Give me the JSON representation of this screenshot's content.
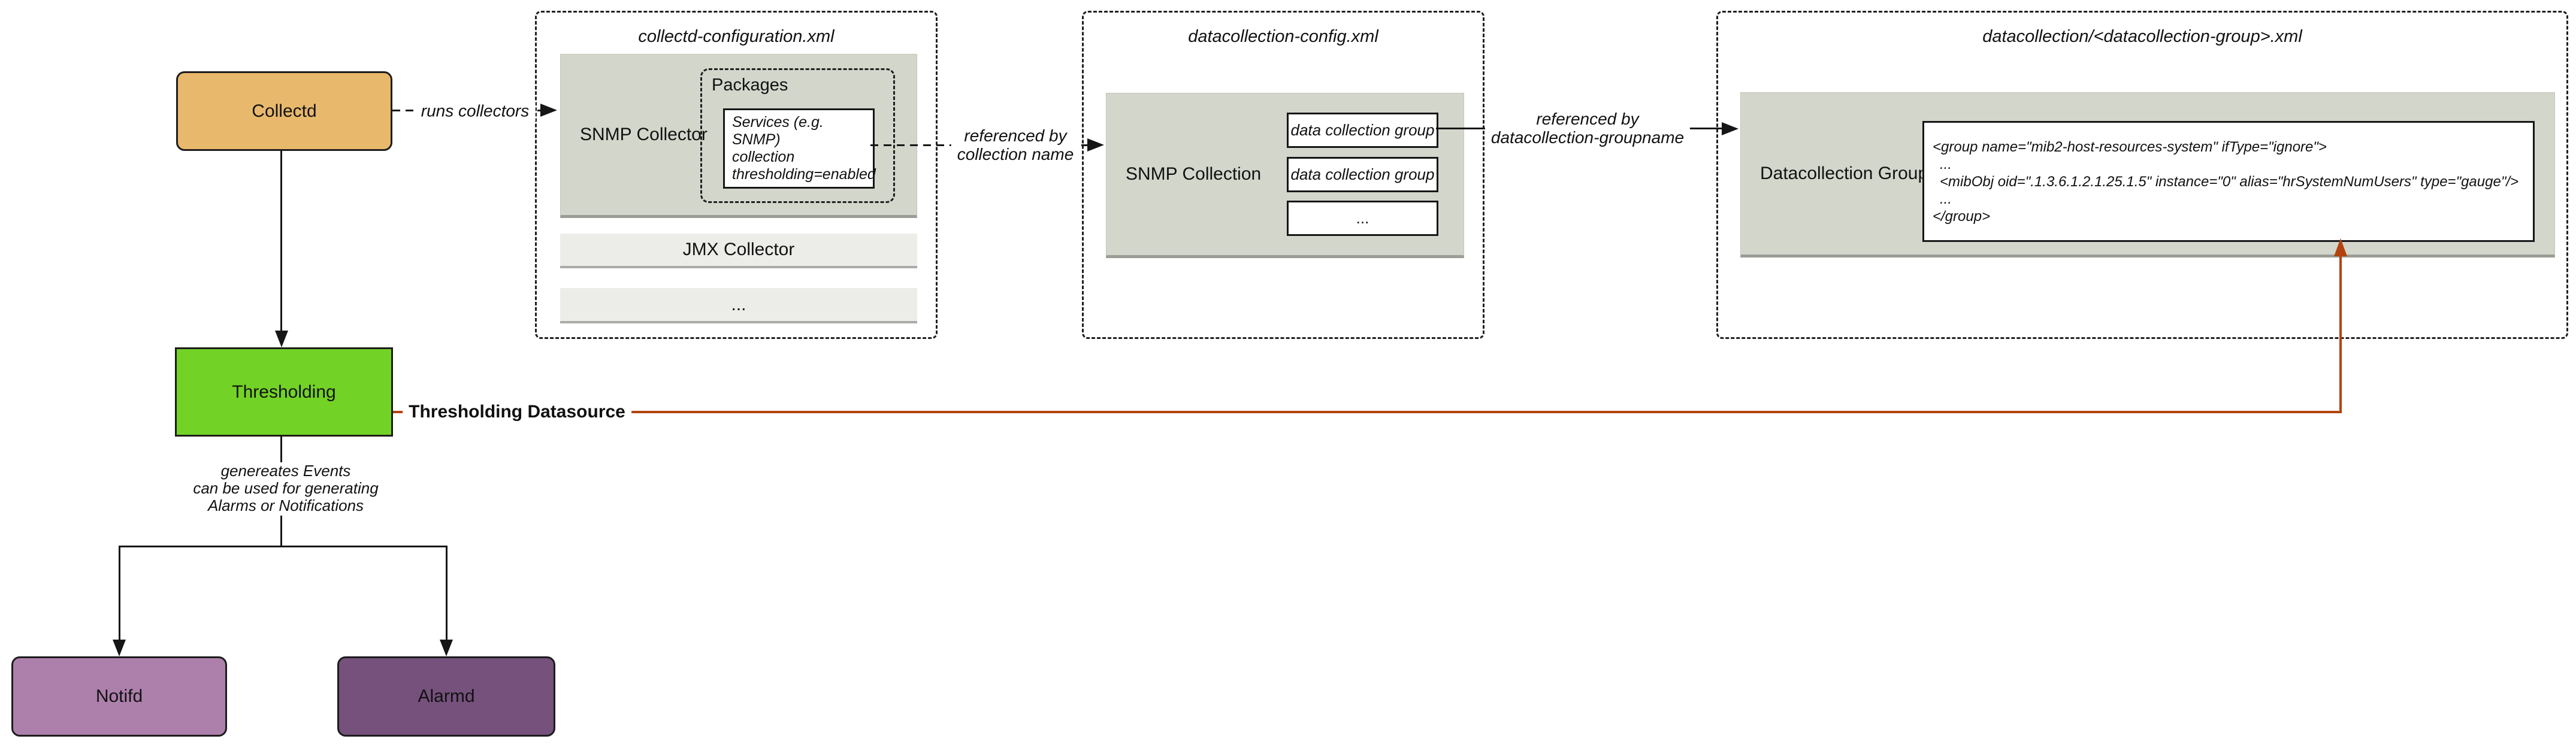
{
  "diagram": {
    "nodes": {
      "collectd": "Collectd",
      "thresholding": "Thresholding",
      "notifd": "Notifd",
      "alarmd": "Alarmd"
    },
    "collectd_configuration": {
      "title": "collectd-configuration.xml",
      "snmp_collector_label": "SNMP Collector",
      "packages_label": "Packages",
      "services_lines": [
        "Services (e.g. SNMP)",
        "collection",
        "thresholding=enabled"
      ],
      "jmx_collector_label": "JMX Collector",
      "more_label": "..."
    },
    "datacollection_config": {
      "title": "datacollection-config.xml",
      "snmp_collection_label": "SNMP Collection",
      "groups": [
        "data collection group",
        "data collection group",
        "..."
      ]
    },
    "datacollection_group_file": {
      "title": "datacollection/<datacollection-group>.xml",
      "label": "Datacollection Group",
      "code_lines": [
        "<group name=\"mib2-host-resources-system\" ifType=\"ignore\">",
        "...",
        "<mibObj oid=\".1.3.6.1.2.1.25.1.5\" instance=\"0\" alias=\"hrSystemNumUsers\" type=\"gauge\"/>",
        "...",
        "</group>"
      ]
    },
    "edges": {
      "runs_collectors": "runs collectors",
      "referenced_by_collection": [
        "referenced by",
        "collection name"
      ],
      "referenced_by_groupname": [
        "referenced by",
        "datacollection-groupname"
      ],
      "thresholding_datasource": "Thresholding Datasource",
      "generates_events": [
        "genereates Events",
        "can be used for generating",
        "Alarms or Notifications"
      ]
    },
    "colors": {
      "collectd": "#E8B96C",
      "thresholding": "#73D226",
      "notifd": "#AD80AC",
      "alarmd": "#75517C",
      "panel_fill": "#D3D6CB",
      "panel_light": "#ECECE9",
      "datasource_arrow": "#B2430E"
    }
  }
}
